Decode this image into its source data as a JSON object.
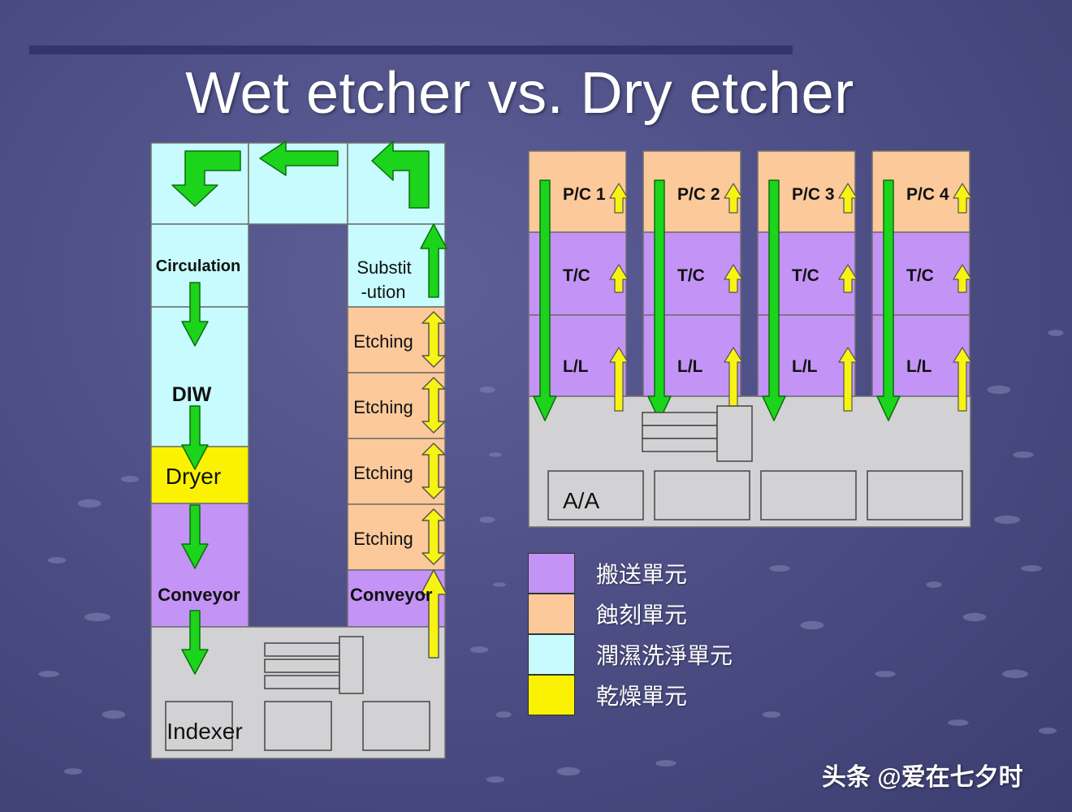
{
  "title": "Wet etcher vs. Dry etcher",
  "colors": {
    "transfer": "#c393f6",
    "etch": "#fcc99b",
    "clean": "#c7fbfd",
    "dry": "#faf200",
    "base": "#d2d2d4",
    "arrow_green": "#1bd41b",
    "arrow_yellow": "#f7f312"
  },
  "wet": {
    "circulation": "Circulation",
    "diw": "DIW",
    "dryer": "Dryer",
    "conveyor_left": "Conveyor",
    "indexer": "Indexer",
    "substitution_line1": "Substit",
    "substitution_line2": "-ution",
    "etching": [
      "Etching",
      "Etching",
      "Etching",
      "Etching"
    ],
    "conveyor_right": "Conveyor"
  },
  "dry": {
    "chambers": [
      {
        "pc": "P/C 1",
        "tc": "T/C",
        "ll": "L/L"
      },
      {
        "pc": "P/C 2",
        "tc": "T/C",
        "ll": "L/L"
      },
      {
        "pc": "P/C 3",
        "tc": "T/C",
        "ll": "L/L"
      },
      {
        "pc": "P/C 4",
        "tc": "T/C",
        "ll": "L/L"
      }
    ],
    "aa": "A/A"
  },
  "legend": [
    {
      "label": "搬送單元",
      "color": "#c393f6"
    },
    {
      "label": "蝕刻單元",
      "color": "#fcc99b"
    },
    {
      "label": "潤濕洗淨單元",
      "color": "#c7fbfd"
    },
    {
      "label": "乾燥單元",
      "color": "#faf200"
    }
  ],
  "watermark": "头条 @爱在七夕时"
}
